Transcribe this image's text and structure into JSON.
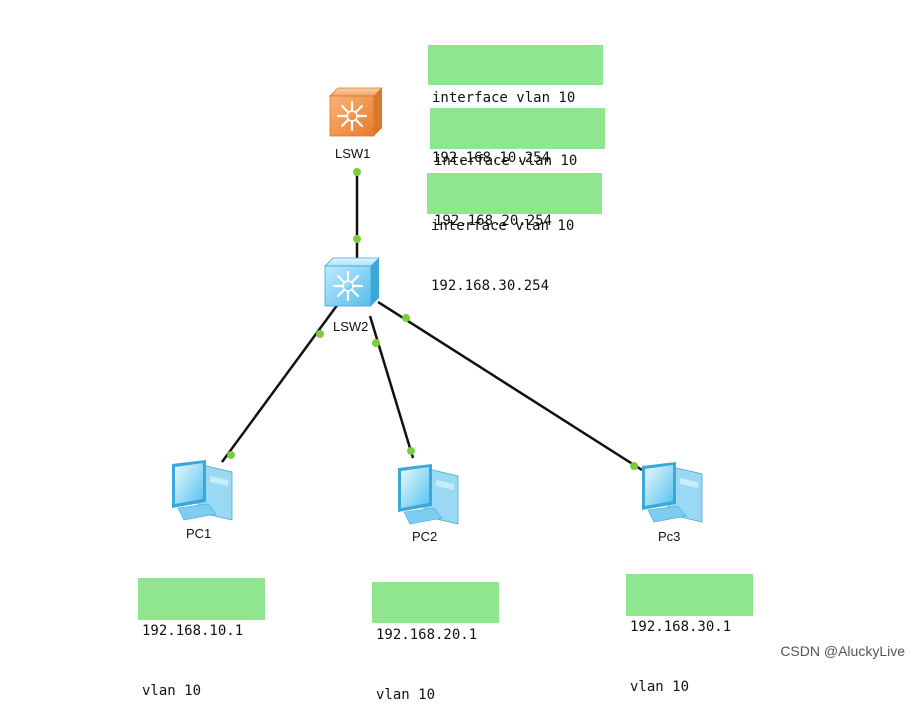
{
  "devices": {
    "lsw1": {
      "label": "LSW1"
    },
    "lsw2": {
      "label": "LSW2"
    },
    "pc1": {
      "label": "PC1"
    },
    "pc2": {
      "label": "PC2"
    },
    "pc3": {
      "label": "Pc3"
    }
  },
  "notes": {
    "vlan10_if": {
      "line1": "interface vlan 10",
      "line2": "192.168.10.254"
    },
    "vlan20_if": {
      "line1": "interface vlan 10",
      "line2": "192.168.20.254"
    },
    "vlan30_if": {
      "line1": "interface vlan 10",
      "line2": "192.168.30.254"
    },
    "pc1": {
      "line1": "192.168.10.1",
      "line2": "vlan 10"
    },
    "pc2": {
      "line1": "192.168.20.1",
      "line2": "vlan 10"
    },
    "pc3": {
      "line1": "192.168.30.1",
      "line2": "vlan 10"
    }
  },
  "watermark": "CSDN @AluckyLive",
  "colors": {
    "note_bg": "#8fe68f",
    "link_endpoint": "#7ccd3c",
    "core_switch": "#f08a3c",
    "access_switch": "#7fd4f4"
  },
  "icons": {
    "lsw1": "layer3-switch-icon",
    "lsw2": "layer3-switch-icon",
    "pc": "pc-icon"
  }
}
